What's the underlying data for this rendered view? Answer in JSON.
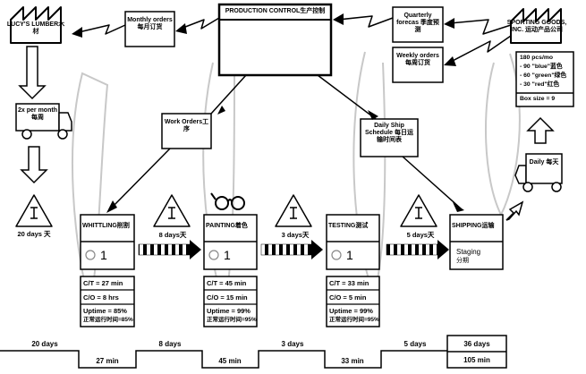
{
  "production_control": {
    "title": "PRODUCTION CONTROL生产控制"
  },
  "supplier": {
    "name": "LUCY'S LUMBER木材",
    "delivery": "2x per month每周"
  },
  "customer": {
    "name": "SPORTING GOODS, INC. 运动产品公司",
    "demand": "180 pcs/mo",
    "items": [
      "- 90 \"blue\"蓝色",
      "- 60 \"green\"绿色",
      "- 30 \"red\"红色"
    ],
    "box_size": "Box size = 9",
    "delivery": "Daily 每天"
  },
  "info_flows": {
    "monthly_orders": "Monthly orders每月订货",
    "quarterly_forecast": "Quarterly forecas 季度预测",
    "weekly_orders": "Weekly orders每周订货",
    "work_orders": "Work Orders工序",
    "daily_ship_schedule": "Daily Ship Schedule 每日运输时间表"
  },
  "inventory": [
    {
      "days": "20 days 天"
    },
    {
      "days": "8 days天"
    },
    {
      "days": "3 days天"
    },
    {
      "days": "5 days天"
    }
  ],
  "processes": [
    {
      "name": "WHITTLING削割",
      "operators": "1",
      "ct": "C/T = 27 min",
      "co": "C/O = 8 hrs",
      "uptime": "Uptime = 85%",
      "uptime_cn": "正常运行时间=85%"
    },
    {
      "name": "PAINTING着色",
      "operators": "1",
      "ct": "C/T = 45 min",
      "co": "C/O = 15 min",
      "uptime": "Uptime = 99%",
      "uptime_cn": "正常运行时间=95%"
    },
    {
      "name": "TESTING测试",
      "operators": "1",
      "ct": "C/T = 33 min",
      "co": "C/O = 5 min",
      "uptime": "Uptime = 99%",
      "uptime_cn": "正常运行时间=95%"
    }
  ],
  "shipping": {
    "name": "SHIPPING运输",
    "staging": "Staging",
    "staging_cn": "分期"
  },
  "timeline": {
    "waits": [
      "20 days",
      "8 days",
      "3 days",
      "5 days"
    ],
    "cycles": [
      "27 min",
      "45 min",
      "33 min"
    ],
    "total_lead": "36 days",
    "total_process": "105 min"
  }
}
